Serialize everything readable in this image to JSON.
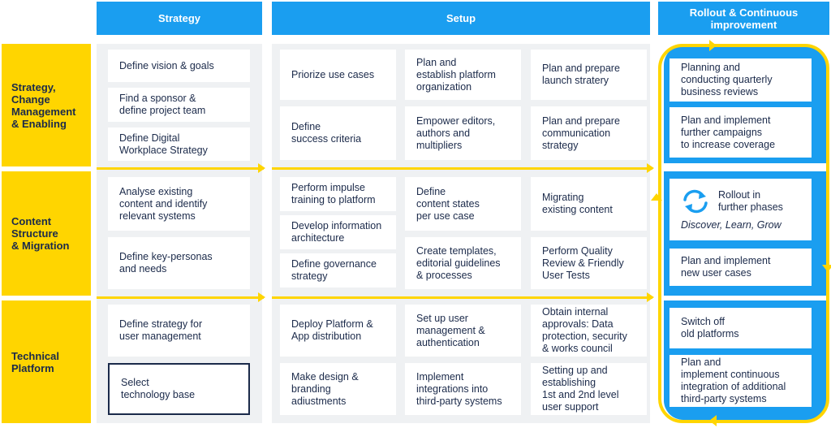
{
  "phases": [
    "Strategy",
    "Setup",
    "Rollout & Continuous\nimprovement"
  ],
  "rows": [
    "Strategy,\nChange\nManagement\n& Enabling",
    "Content\nStructure\n& Migration",
    "Technical\nPlatform"
  ],
  "strategy": {
    "row1": [
      "Define vision & goals",
      "Find a sponsor &\ndefine project team",
      "Define Digital\nWorkplace Strategy"
    ],
    "row2": [
      "Analyse existing\ncontent and identify\nrelevant systems",
      "Define key-personas\nand needs"
    ],
    "row3": [
      "Define strategy for\nuser management",
      "Select\ntechnology base"
    ]
  },
  "setup": {
    "row1": [
      "Priorize use cases",
      "Plan and\nestablish platform\norganization",
      "Plan and prepare\nlaunch stratery",
      "Define\nsuccess criteria",
      "Empower editors,\nauthors and\nmultipliers",
      "Plan and prepare\ncommunication\nstrategy"
    ],
    "row2": [
      "Perform impulse\ntraining to platform",
      "Develop information\narchitecture",
      "Define governance\nstrategy",
      "Define\ncontent states\nper use case",
      "Create templates,\neditorial guidelines\n& processes",
      "Migrating\nexisting content",
      "Perform Quality\nReview & Friendly\nUser Tests"
    ],
    "row3": [
      "Deploy Platform &\nApp distribution",
      "Make design &\nbranding\nadiustments",
      "Set up user\nmanagement &\nauthentication",
      "Implement\nintegrations into\nthird-party systems",
      "Obtain internal\napprovals: Data\nprotection, security\n& works council",
      "Setting up and\nestablishing\n1st and 2nd level\nuser support"
    ]
  },
  "rollout": {
    "row1": [
      "Planning and\nconducting quarterly\nbusiness reviews",
      "Plan and implement\nfurther campaigns\nto increase coverage"
    ],
    "row2_special": {
      "title": "Rollout in\nfurther phases",
      "subtitle": "Discover, Learn, Grow"
    },
    "row2": [
      "Plan and implement\nnew user cases"
    ],
    "row3": [
      "Switch off\nold platforms",
      "Plan and\nimplement continuous\nintegration of additional\nthird-party systems"
    ]
  },
  "colors": {
    "accent_blue": "#1a9ef0",
    "accent_yellow": "#ffd500",
    "text_dark": "#1b2a4a",
    "panel_gray": "#eff1f3"
  },
  "icons": {
    "cycle": "refresh-arrows-icon"
  }
}
